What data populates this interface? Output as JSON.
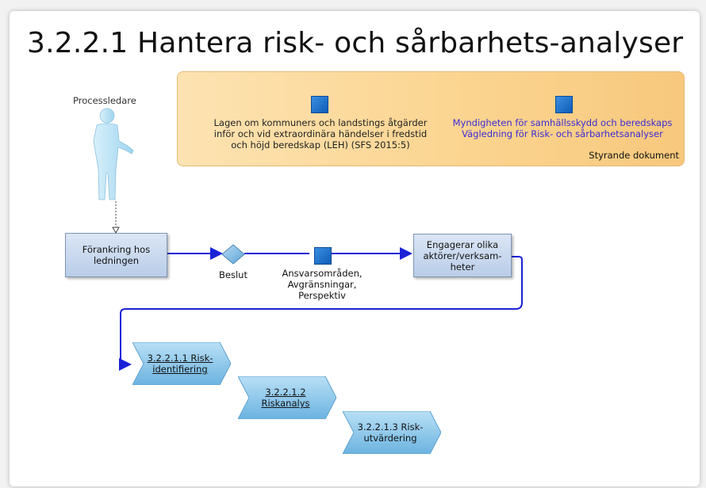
{
  "title": "3.2.2.1 Hantera risk- och sårbarhets-analyser",
  "governing": {
    "label": "Styrande dokument",
    "doc1": [
      "Lagen om kommuners och landstings åtgärder",
      "inför och vid extraordinära händelser i fredstid",
      "och höjd beredskap (LEH) (SFS 2015:5)"
    ],
    "doc2": [
      "Myndigheten för samhällsskydd och beredskaps",
      "Vägledning för Risk- och sårbarhetsanalyser"
    ]
  },
  "role": "Processledare",
  "steps": {
    "anchor": [
      "Förankring hos",
      "ledningen"
    ],
    "decision": "Beslut",
    "data_object": [
      "Ansvarsområden,",
      "Avgränsningar,",
      "Perspektiv"
    ],
    "engage": [
      "Engagerar olika",
      "aktörer/verksam-",
      "heter"
    ]
  },
  "subprocesses": [
    {
      "lines": [
        "3.2.2.1.1 Risk-",
        "identifiering"
      ]
    },
    {
      "lines": [
        "3.2.2.1.2",
        "Riskanalys"
      ]
    },
    {
      "lines": [
        "3.2.2.1.3 Risk-",
        "utvärdering"
      ]
    }
  ],
  "colors": {
    "flow": "#1a22d8",
    "link_text": "#3a2bd8",
    "box_border": "#7f94b5"
  }
}
